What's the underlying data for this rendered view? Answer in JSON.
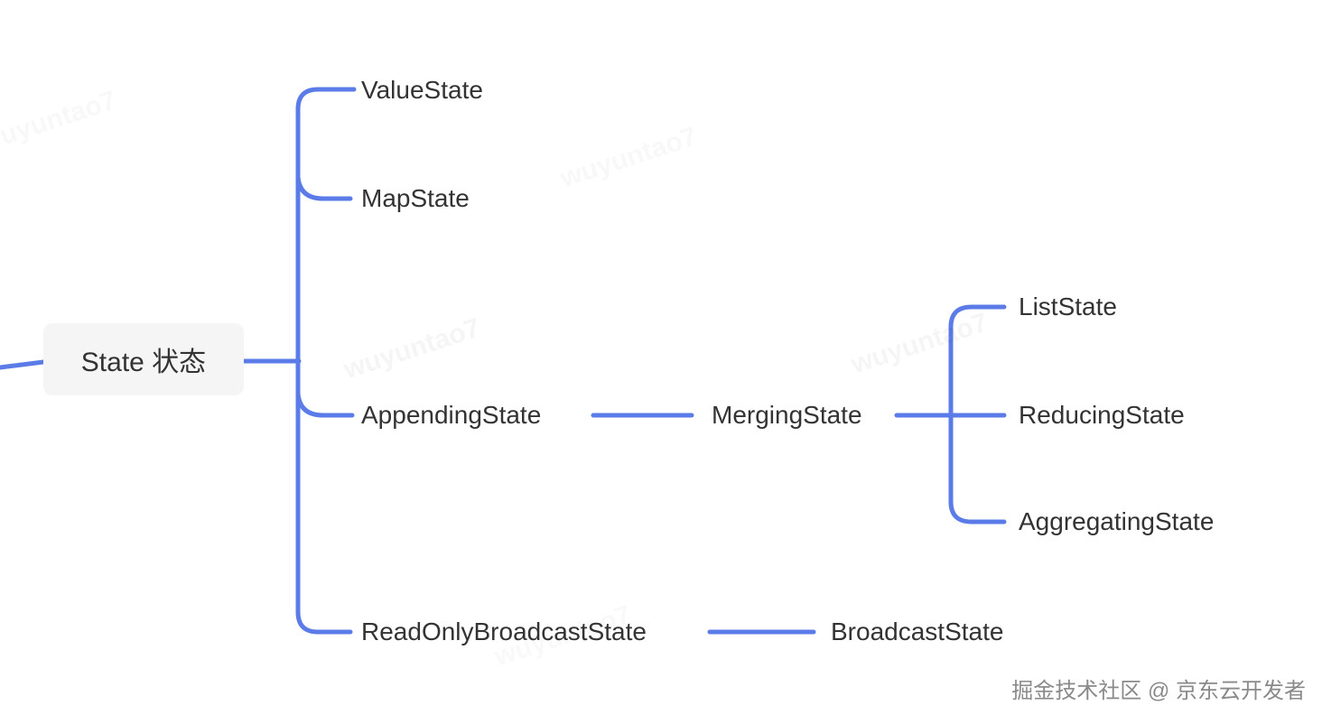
{
  "diagram": {
    "root": {
      "label": "State 状态"
    },
    "level1": [
      {
        "label": "ValueState"
      },
      {
        "label": "MapState"
      },
      {
        "label": "AppendingState"
      },
      {
        "label": "ReadOnlyBroadcastState"
      }
    ],
    "level2": [
      {
        "label": "MergingState",
        "parent": "AppendingState"
      },
      {
        "label": "BroadcastState",
        "parent": "ReadOnlyBroadcastState"
      }
    ],
    "level3": [
      {
        "label": "ListState",
        "parent": "MergingState"
      },
      {
        "label": "ReducingState",
        "parent": "MergingState"
      },
      {
        "label": "AggregatingState",
        "parent": "MergingState"
      }
    ],
    "colors": {
      "edge": "#5b7ce8",
      "node_text": "#333333",
      "root_bg": "#f5f5f6",
      "footer_gray": "#8a8a8a",
      "page_bg": "#ffffff"
    }
  },
  "watermark": {
    "text": "wuyuntao7"
  },
  "footer": {
    "credit": "掘金技术社区 @ 京东云开发者"
  }
}
